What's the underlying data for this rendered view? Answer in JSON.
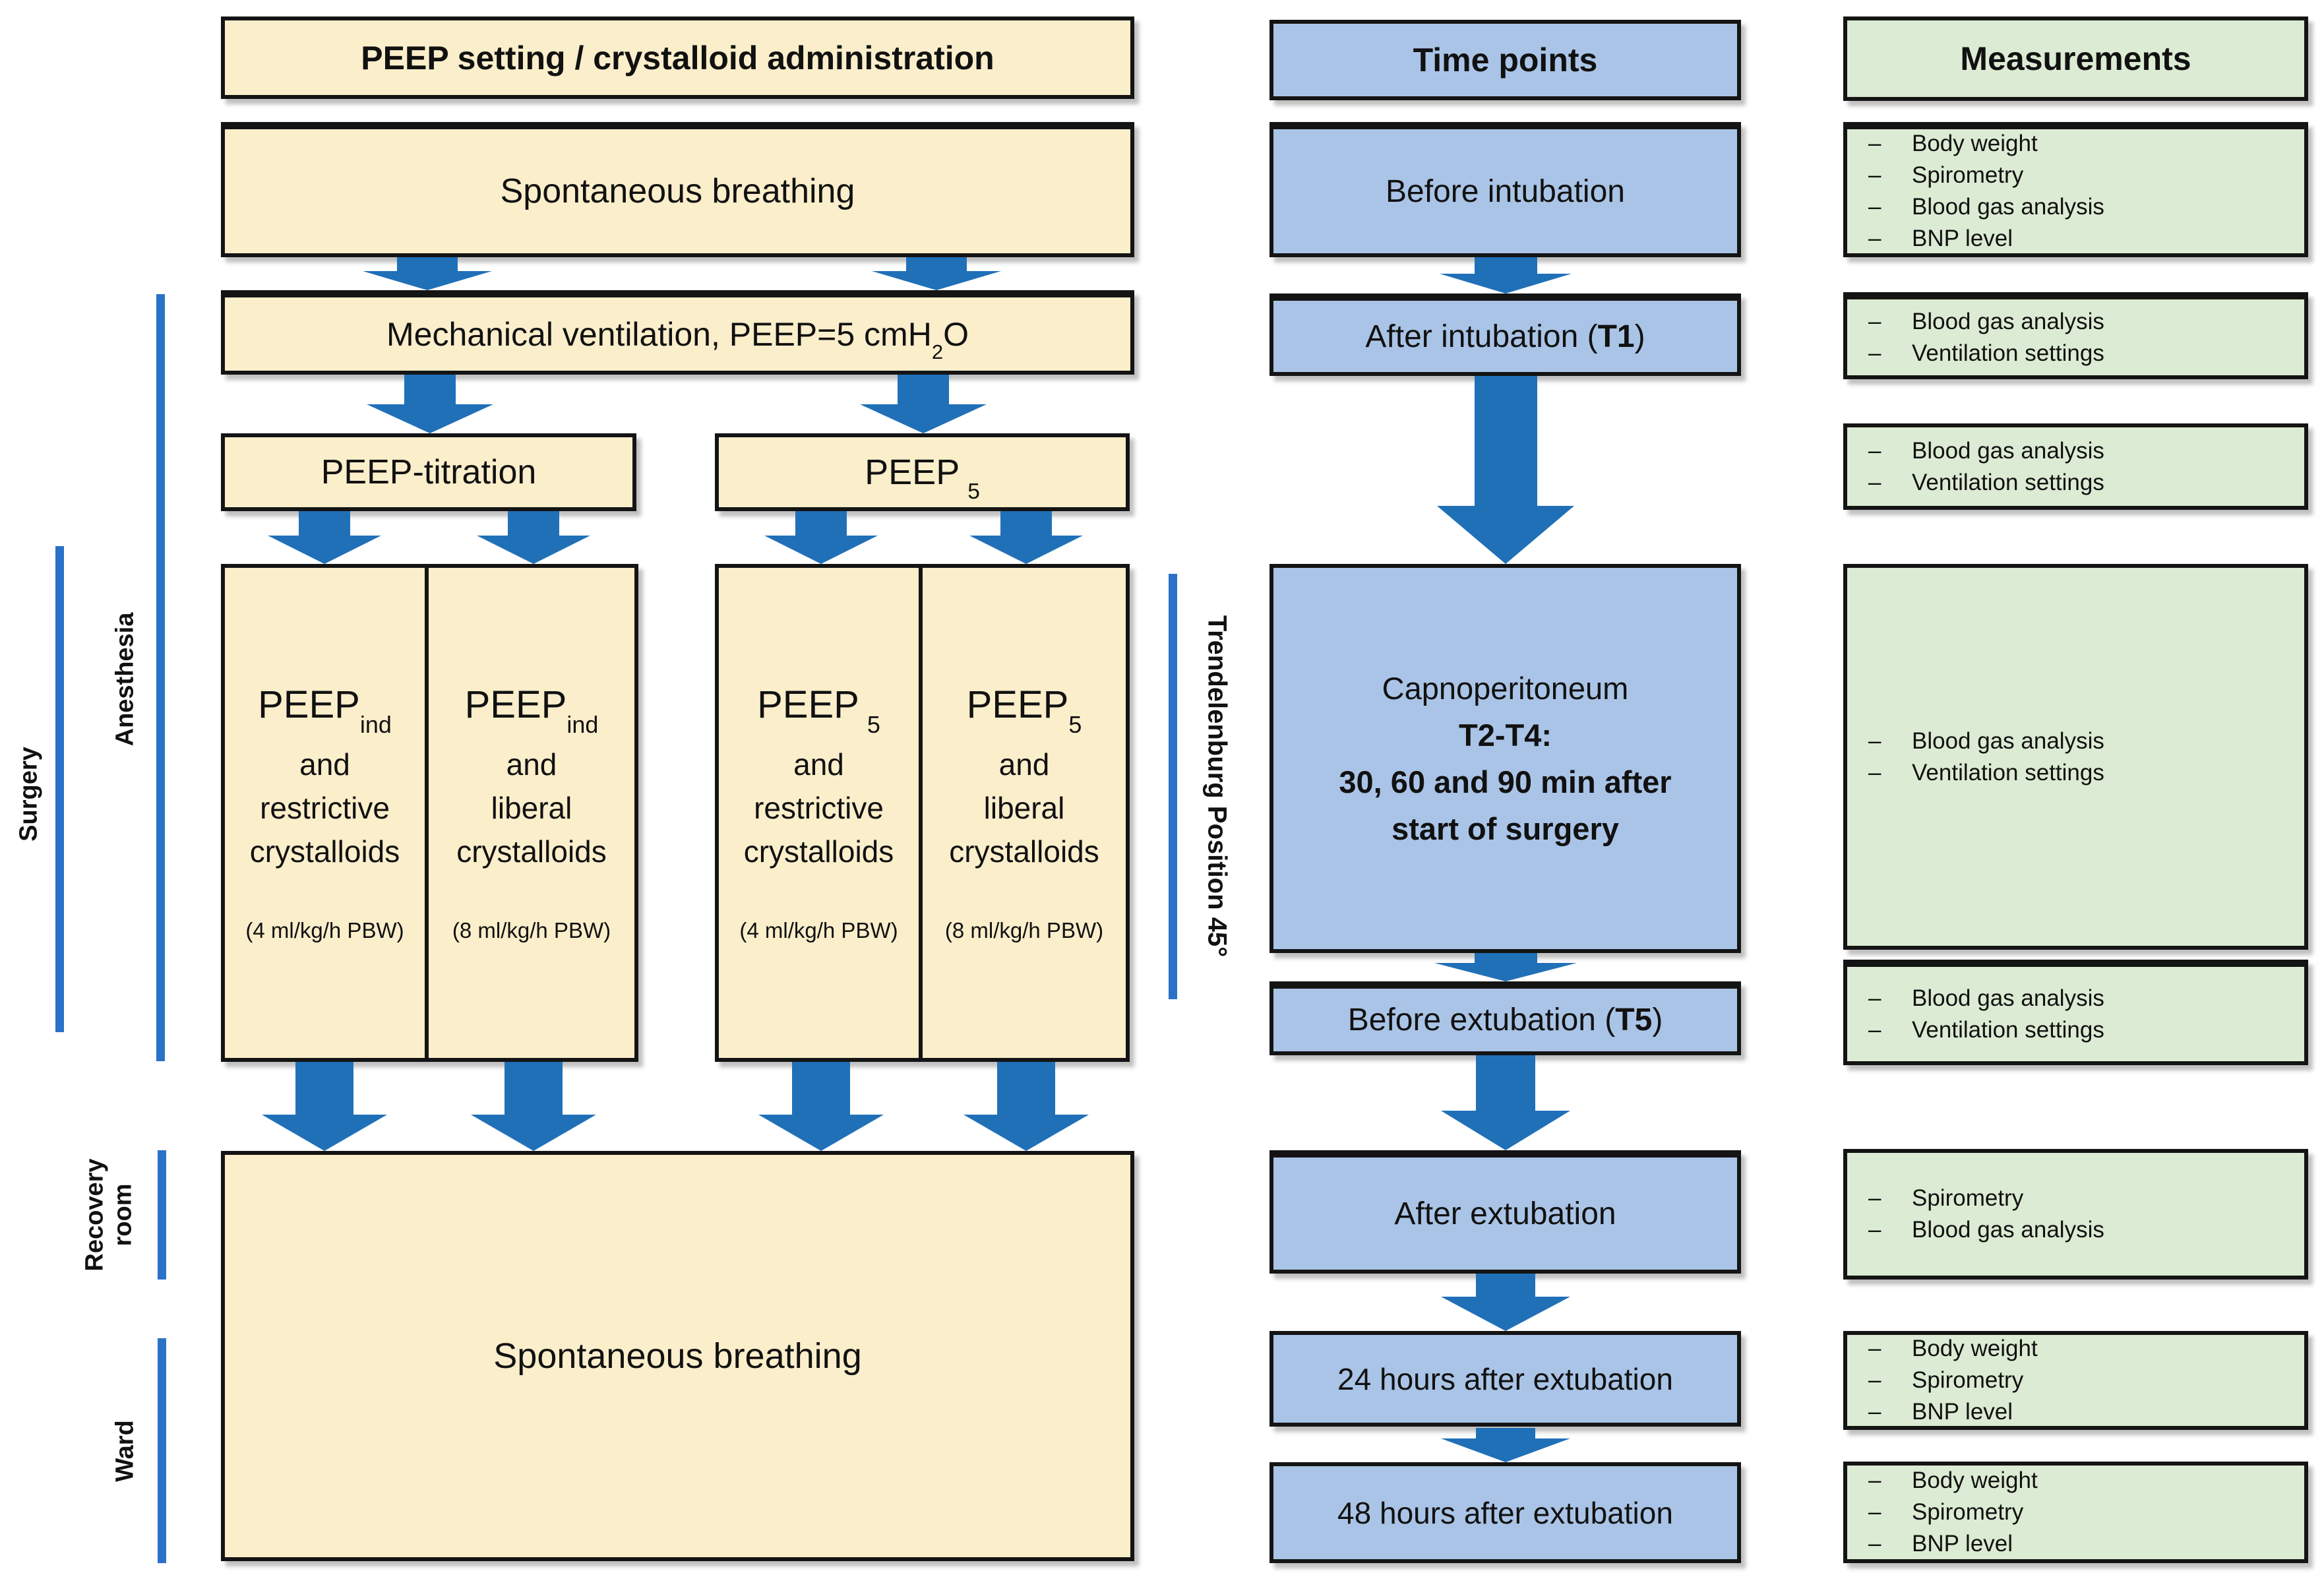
{
  "colors": {
    "cream": "#FBEECB",
    "blue-box": "#A9C4E6",
    "green-box": "#DCEBD3",
    "arrow": "#2070B8",
    "line": "#2A72C8",
    "border": "#141414",
    "text": "#111111"
  },
  "left": {
    "header": "PEEP setting / crystalloid administration",
    "spontaneous_breathing_top": "Spontaneous breathing",
    "mechanical_ventilation": {
      "pre": "Mechanical ventilation, PEEP=5 cmH",
      "sub": "2",
      "post": "O"
    },
    "peep_titration": "PEEP-titration",
    "peep_5": {
      "base": "PEEP",
      "sub": "5"
    },
    "arms": [
      {
        "peep": "PEEP",
        "peep_sub": "ind",
        "conj": "and",
        "fluid_type": "restrictive",
        "fluid_noun": "crystalloids",
        "rate": "(4 ml/kg/h PBW)"
      },
      {
        "peep": "PEEP",
        "peep_sub": "ind",
        "conj": "and",
        "fluid_type": "liberal",
        "fluid_noun": "crystalloids",
        "rate": "(8 ml/kg/h PBW)"
      },
      {
        "peep": "PEEP",
        "peep_sub": "5",
        "conj": "and",
        "fluid_type": "restrictive",
        "fluid_noun": "crystalloids",
        "rate": "(4 ml/kg/h PBW)"
      },
      {
        "peep": "PEEP",
        "peep_sub": "5",
        "conj": "and",
        "fluid_type": "liberal",
        "fluid_noun": "crystalloids",
        "rate": "(8 ml/kg/h PBW)"
      }
    ],
    "spontaneous_breathing_bottom": "Spontaneous breathing"
  },
  "middle": {
    "header": "Time points",
    "before_intubation": "Before intubation",
    "after_intubation": {
      "pre": "After intubation (",
      "bold": "T1",
      "post": ")"
    },
    "capnoperitoneum": {
      "line1": "Capnoperitoneum",
      "line2": "T2-T4:",
      "line3": "30, 60 and 90 min after",
      "line4": "start of surgery"
    },
    "before_extubation": {
      "pre": "Before extubation (",
      "bold": "T5",
      "post": ")"
    },
    "after_extubation": "After extubation",
    "h24_after_extubation": "24 hours after extubation",
    "h48_after_extubation": "48 hours after extubation"
  },
  "right": {
    "header": "Measurements",
    "bullet": "–",
    "boxes": [
      {
        "items": [
          "Body weight",
          "Spirometry",
          "Blood gas analysis",
          "BNP level"
        ]
      },
      {
        "items": [
          "Blood gas analysis",
          "Ventilation settings"
        ]
      },
      {
        "items": [
          "Blood gas analysis",
          "Ventilation settings"
        ]
      },
      {
        "items": [
          "Blood gas analysis",
          "Ventilation settings"
        ]
      },
      {
        "items": [
          "Blood gas analysis",
          "Ventilation settings"
        ]
      },
      {
        "items": [
          "Spirometry",
          "Blood gas analysis"
        ]
      },
      {
        "items": [
          "Body weight",
          "Spirometry",
          "BNP level"
        ]
      },
      {
        "items": [
          "Body weight",
          "Spirometry",
          "BNP level"
        ]
      }
    ]
  },
  "side_labels": {
    "surgery": "Surgery",
    "anesthesia": "Anesthesia",
    "recovery_room": "Recovery room",
    "ward": "Ward",
    "trendelenburg": "Trendelenburg Position 45°"
  }
}
